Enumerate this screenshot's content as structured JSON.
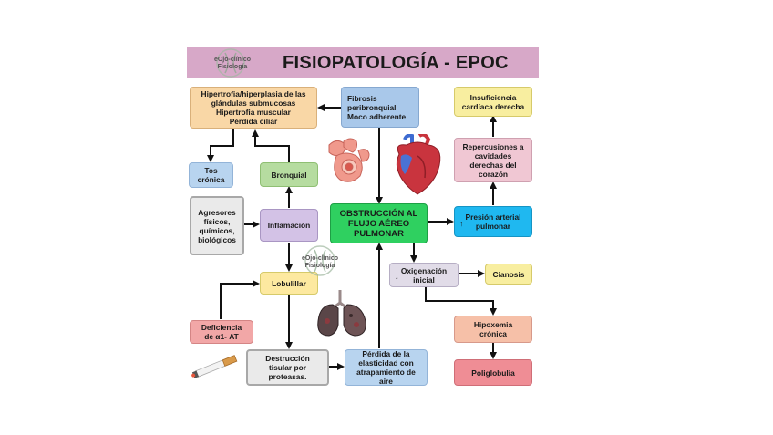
{
  "title": "FISIOPATOLOGÍA - EPOC",
  "logo_text": "eOjo-clínico\nFisiología",
  "nodes": {
    "hipertrofia": "Hipertrofia/hiperplasia de las\nglándulas submucosas\nHipertrofia muscular\nPérdida ciliar",
    "fibrosis": "Fibrosis\nperibronquial\nMoco adherente",
    "insuficiencia": "Insuficiencia\ncardíaca derecha",
    "tos": "Tos\ncrónica",
    "bronquial": "Bronquial",
    "repercusiones": "Repercusiones a\ncavidades\nderechas del\ncorazón",
    "agresores": "Agresores\nfísicos,\nquímicos,\nbiológicos",
    "inflamacion": "Inflamación",
    "obstruccion": "OBSTRUCCIÓN AL\nFLUJO AÉREO\nPULMONAR",
    "presion": "Presión arterial\npulmonar",
    "presion_arrow": "↑",
    "oxigenacion": "Oxigenación\ninicial",
    "oxigenacion_arrow": "↓",
    "cianosis": "Cianosis",
    "lobulillar": "Lobulillar",
    "deficiencia": "Deficiencia\nde α1- AT",
    "hipoxemia": "Hipoxemia\ncrónica",
    "destruccion": "Destrucción\ntisular por\nproteasas.",
    "perdida": "Pérdida de la\nelasticidad con\natrapamiento de\naire",
    "poliglobulia": "Poliglobulia"
  },
  "colors": {
    "title_bar": "#d7a8c8",
    "obstruccion": "#2fd060",
    "presion": "#1fb8f0"
  },
  "images": [
    "bronchus-image",
    "heart-image",
    "lungs-image",
    "cigarette-image"
  ]
}
